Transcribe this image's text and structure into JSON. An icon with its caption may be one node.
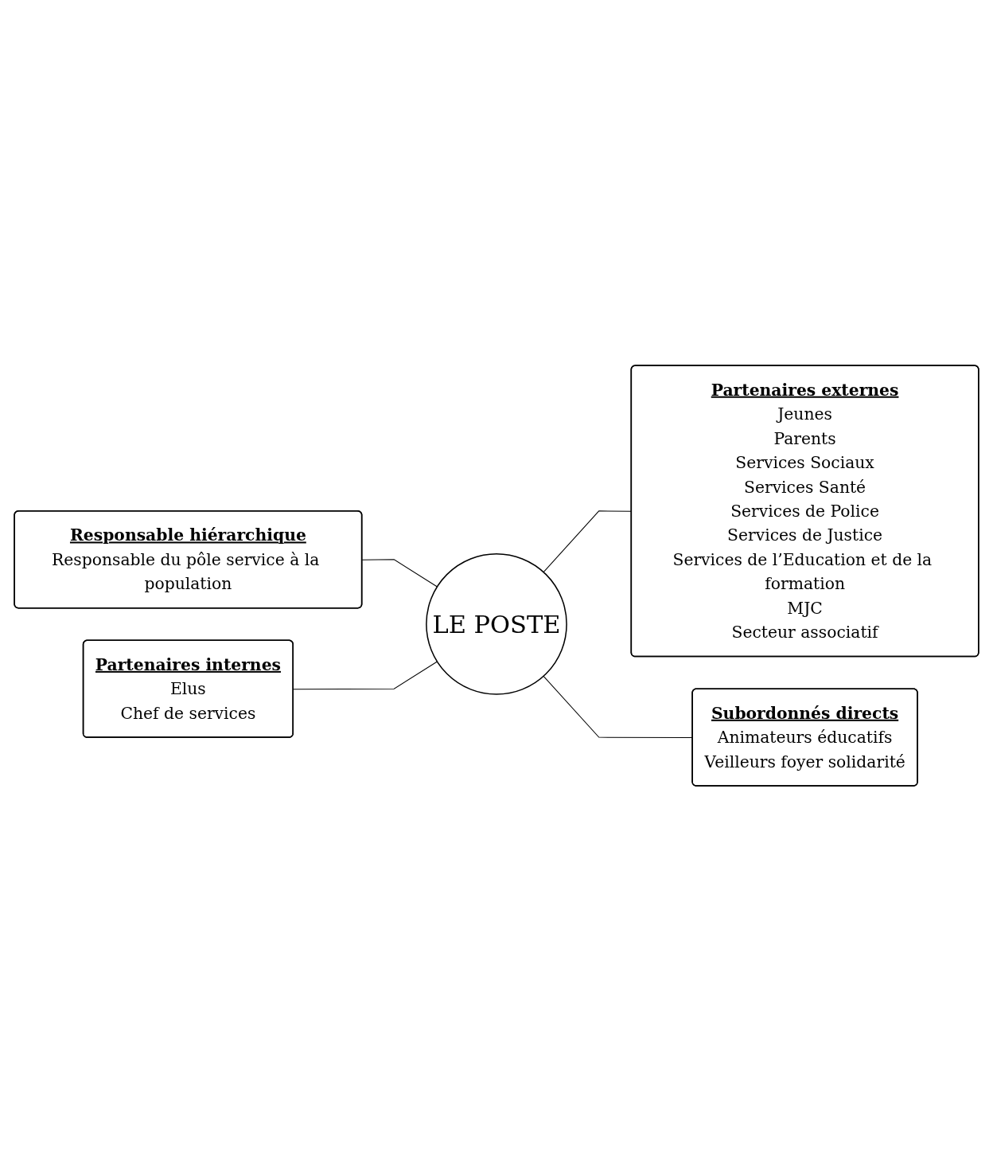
{
  "diagram": {
    "nodes": [
      {
        "text": [
          "Responsable hiérarchique",
          "Responsable du pôle service à la population"
        ]
      },
      {
        "text": [
          "Partenaires internes",
          "Elus",
          "Chef de services"
        ]
      },
      {
        "text": [
          "LE POSTE"
        ]
      },
      {
        "text": [
          "Partenaires externes",
          "Jeunes",
          "Parents",
          "Services Sociaux",
          "Services Santé",
          "Services de Police",
          "Services de Justice",
          "Services de l’Education et de la formation",
          "MJC",
          "Secteur associatif"
        ]
      },
      {
        "text": [
          "Subordonnés directs",
          "Animateurs éducatifs",
          "Veilleurs foyer solidarité"
        ]
      }
    ],
    "edges": [
      {
        "from": 0,
        "to": 2,
        "arrow": "none"
      },
      {
        "from": 1,
        "to": 2,
        "arrow": "none"
      },
      {
        "from": 2,
        "to": 3,
        "arrow": "none"
      },
      {
        "from": 2,
        "to": 4,
        "arrow": "none"
      }
    ]
  }
}
